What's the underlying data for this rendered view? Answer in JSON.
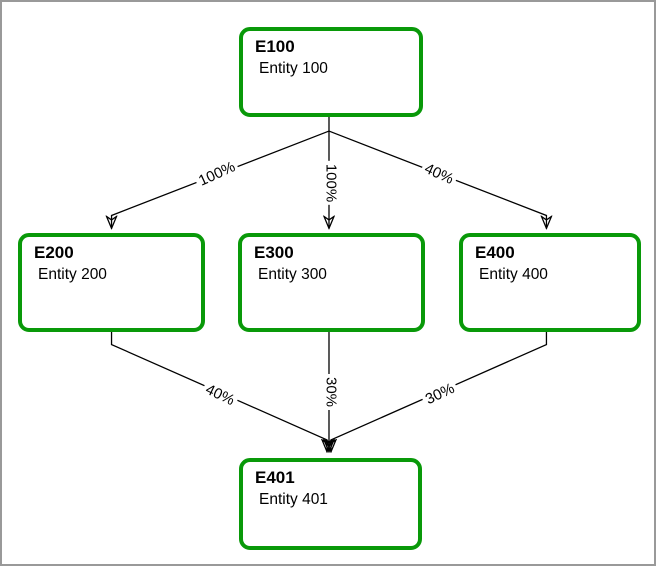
{
  "diagram": {
    "description": "entity-ownership-structure",
    "colors": {
      "node_border": "#099909",
      "edge_line": "#000000",
      "frame_border": "#999999",
      "background": "#ffffff"
    },
    "nodes": [
      {
        "id": "E100",
        "title": "E100",
        "subtitle": "Entity 100"
      },
      {
        "id": "E200",
        "title": "E200",
        "subtitle": "Entity 200"
      },
      {
        "id": "E300",
        "title": "E300",
        "subtitle": "Entity 300"
      },
      {
        "id": "E400",
        "title": "E400",
        "subtitle": "Entity 400"
      },
      {
        "id": "E401",
        "title": "E401",
        "subtitle": "Entity 401"
      }
    ],
    "edges": [
      {
        "from": "E100",
        "to": "E200",
        "label": "100%"
      },
      {
        "from": "E100",
        "to": "E300",
        "label": "100%"
      },
      {
        "from": "E100",
        "to": "E400",
        "label": "40%"
      },
      {
        "from": "E200",
        "to": "E401",
        "label": "40%"
      },
      {
        "from": "E300",
        "to": "E401",
        "label": "30%"
      },
      {
        "from": "E400",
        "to": "E401",
        "label": "30%"
      }
    ]
  }
}
